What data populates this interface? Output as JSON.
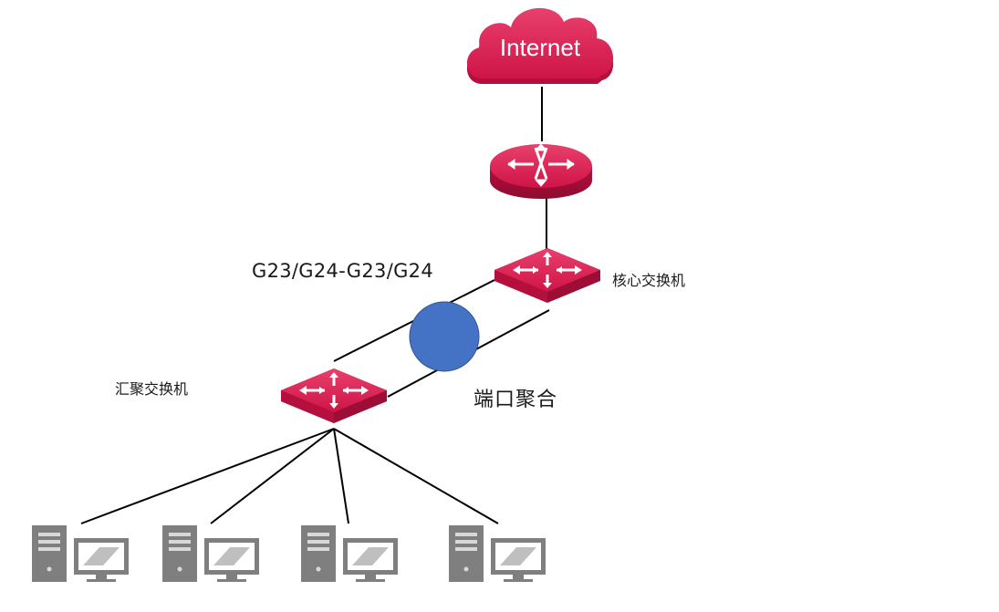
{
  "cloud": {
    "label": "Internet",
    "color": "#d1154a"
  },
  "router": {
    "icon": "router-icon",
    "color": "#d1154a"
  },
  "core_switch": {
    "label": "核心交换机",
    "icon": "switch-icon"
  },
  "aggregation_switch": {
    "label": "汇聚交换机",
    "icon": "switch-icon"
  },
  "link_aggregation": {
    "ports_label": "G23/G24-G23/G24",
    "label": "端口聚合",
    "marker_color": "#4472c4"
  },
  "pcs": [
    {
      "icon": "pc-icon"
    },
    {
      "icon": "pc-icon"
    },
    {
      "icon": "pc-icon"
    },
    {
      "icon": "pc-icon"
    }
  ]
}
